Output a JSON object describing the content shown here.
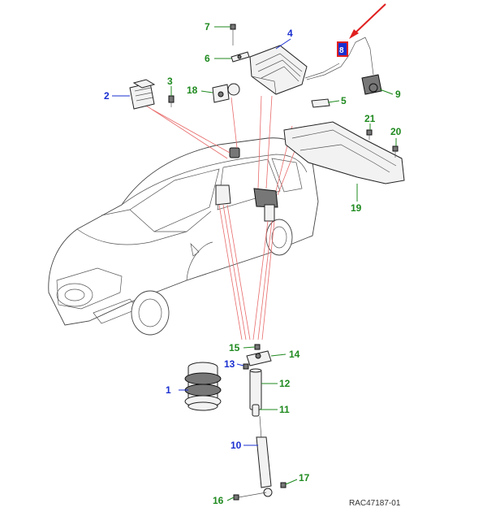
{
  "diagram": {
    "reference_code": "RAC47187-01",
    "accent_colors": {
      "blue_callout": "#1a2fd0",
      "green_callout": "#1f8a1f",
      "leader_red": "#e86a6a",
      "highlight_box": "#1a2fd0",
      "highlight_border": "#e02020",
      "arrow": "#e02020"
    },
    "callouts": {
      "c1": "1",
      "c2": "2",
      "c3": "3",
      "c4": "4",
      "c5": "5",
      "c6": "6",
      "c7": "7",
      "c8": "8",
      "c9": "9",
      "c10": "10",
      "c11": "11",
      "c12": "12",
      "c13": "13",
      "c14": "14",
      "c15": "15",
      "c16": "16",
      "c17": "17",
      "c18": "18",
      "c19": "19",
      "c20": "20",
      "c21": "21"
    }
  }
}
